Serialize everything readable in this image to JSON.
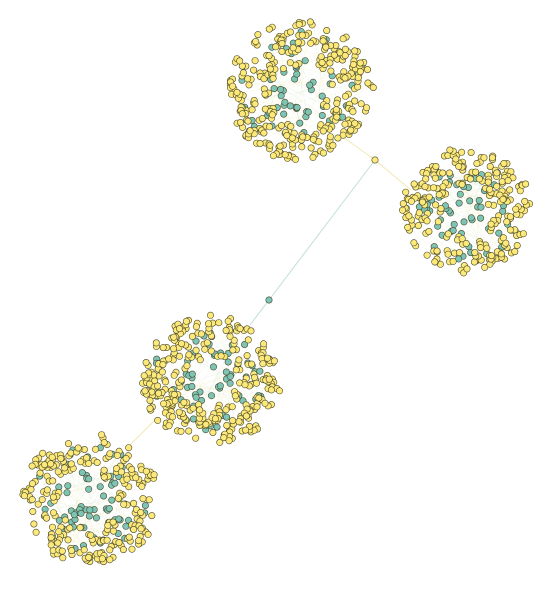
{
  "graph": {
    "type": "network",
    "colors": {
      "background": "#ffffff",
      "node_yellow": "#fde97a",
      "node_teal": "#7cc4b6",
      "node_stroke": "#4a4a2a",
      "edge_yellow": "#efe7a8",
      "edge_teal": "#b8ddd5"
    },
    "clusters": [
      {
        "id": "cluster-top",
        "yellow_nodes": 190,
        "teal_nodes": 55
      },
      {
        "id": "cluster-right",
        "yellow_nodes": 160,
        "teal_nodes": 55
      },
      {
        "id": "cluster-middle",
        "yellow_nodes": 190,
        "teal_nodes": 60
      },
      {
        "id": "cluster-bottom",
        "yellow_nodes": 160,
        "teal_nodes": 70
      }
    ],
    "bridge_nodes": [
      {
        "id": "bridge-yellow",
        "color": "yellow"
      },
      {
        "id": "bridge-teal",
        "color": "teal"
      }
    ]
  }
}
